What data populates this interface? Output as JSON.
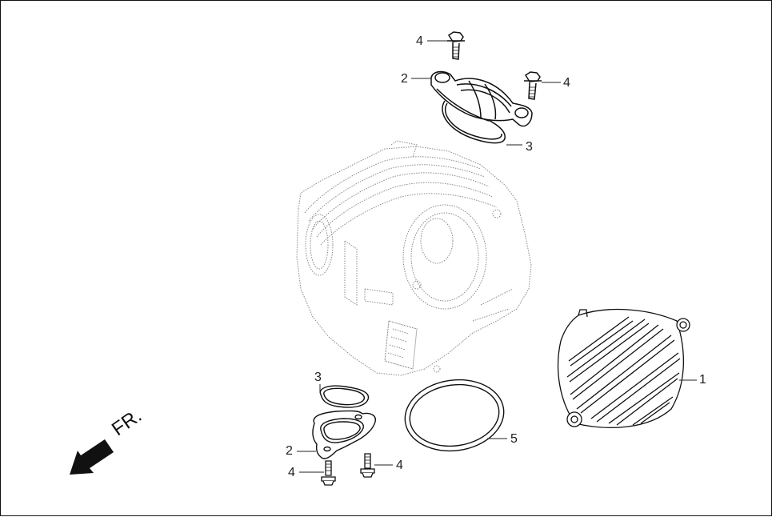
{
  "diagram": {
    "type": "exploded-parts-view",
    "subject": "cylinder head covers",
    "direction_indicator": {
      "label": "FR.",
      "icon": "arrow-down-left-icon"
    },
    "callouts": [
      {
        "id": "c-top-4a",
        "number": "4",
        "part": "bolt (top, left)"
      },
      {
        "id": "c-top-2",
        "number": "2",
        "part": "valve cover (top)"
      },
      {
        "id": "c-top-4b",
        "number": "4",
        "part": "bolt (top, right)"
      },
      {
        "id": "c-top-3",
        "number": "3",
        "part": "o-ring (top)"
      },
      {
        "id": "c-right-1",
        "number": "1",
        "part": "finned side cover"
      },
      {
        "id": "c-bot-3",
        "number": "3",
        "part": "o-ring (bottom)"
      },
      {
        "id": "c-bot-2",
        "number": "2",
        "part": "valve cover (bottom)"
      },
      {
        "id": "c-bot-5",
        "number": "5",
        "part": "large o-ring"
      },
      {
        "id": "c-bot-4a",
        "number": "4",
        "part": "bolt (bottom, left)"
      },
      {
        "id": "c-bot-4b",
        "number": "4",
        "part": "bolt (bottom, right)"
      }
    ]
  }
}
